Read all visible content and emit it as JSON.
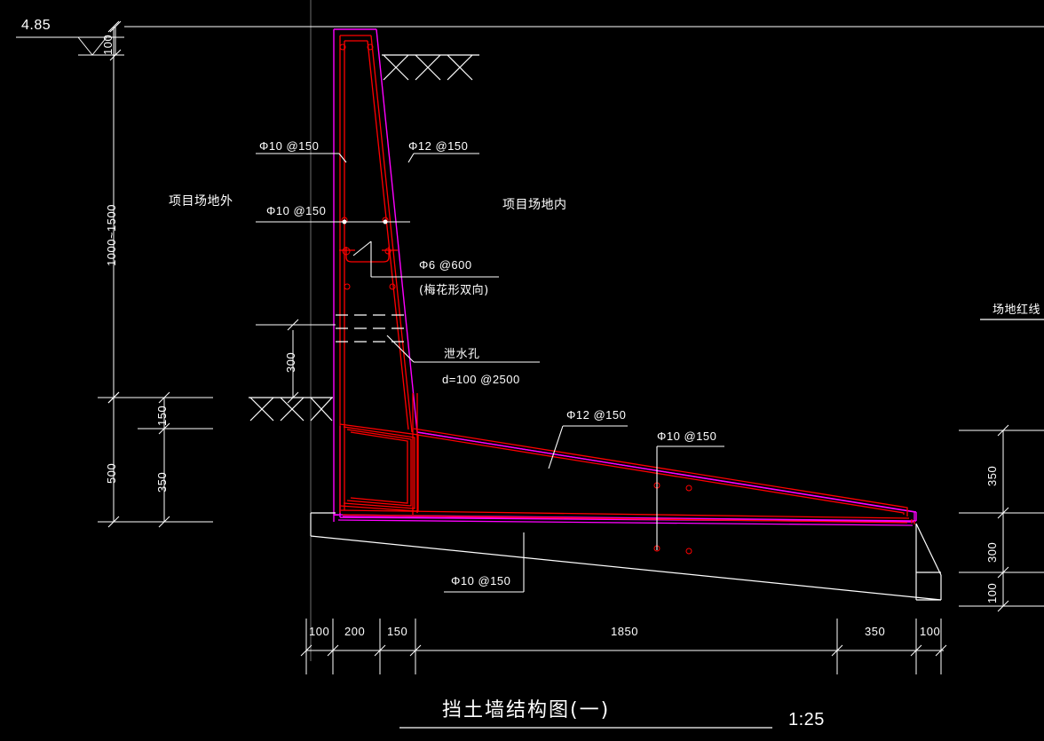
{
  "drawing": {
    "title": "挡土墙结构图(一)",
    "scale": "1:25",
    "elevation_mark": "4.85",
    "site_redline_label": "场地红线",
    "site_outside_label": "项目场地外",
    "site_inside_label": "项目场地内",
    "background_color": "#000000",
    "line_colors": {
      "concrete_outline": "#ff00ff",
      "rebar": "#ff0000",
      "annotation": "#ffffff",
      "axis": "#808080"
    }
  },
  "rebar_callouts": {
    "wall_outer_upper": "Φ10 @150",
    "wall_inner_upper": "Φ12 @150",
    "wall_outer_lower": "Φ10 @150",
    "tie_bar": "Φ6 @600",
    "tie_bar_note": "(梅花形双向)",
    "footing_top": "Φ12 @150",
    "footing_vertical": "Φ10 @150",
    "footing_bottom": "Φ10 @150"
  },
  "weep_hole": {
    "label": "泄水孔",
    "spec": "d=100 @2500"
  },
  "dimensions": {
    "top_left_thickness": "100",
    "left_chain": {
      "wall_height_range": "1000~1500",
      "footing_total": "500",
      "footing_upper": "150",
      "footing_lower": "350"
    },
    "weep_offset": "300",
    "bottom_chain": [
      "100",
      "200",
      "150",
      "1850",
      "350",
      "100"
    ],
    "right_chain": [
      "350",
      "300",
      "100"
    ]
  }
}
